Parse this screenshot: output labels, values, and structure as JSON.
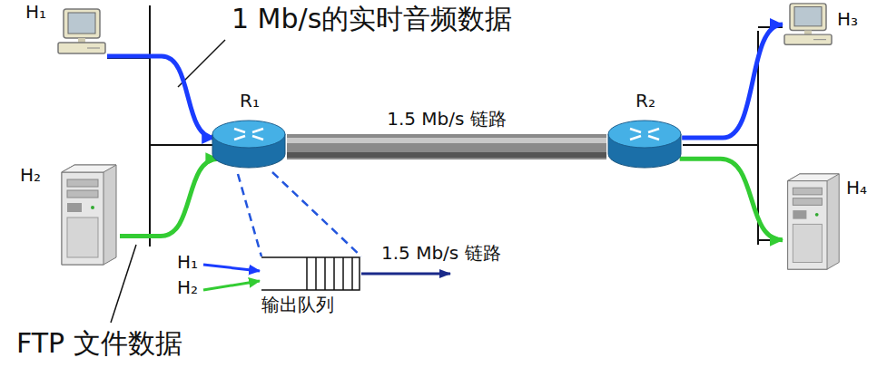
{
  "diagram": {
    "nodes": [
      {
        "text": [
          "H₁"
        ]
      },
      {
        "text": [
          "H₂"
        ]
      },
      {
        "text": [
          "R₁"
        ]
      },
      {
        "text": [
          "R₂"
        ]
      },
      {
        "text": [
          "H₃"
        ]
      },
      {
        "text": [
          "H₄"
        ]
      },
      {
        "text": [
          "输出队列"
        ]
      }
    ],
    "edges": [
      {
        "from": 0,
        "to": 2,
        "arrow": "to"
      },
      {
        "from": 1,
        "to": 2,
        "arrow": "to"
      },
      {
        "from": 2,
        "to": 3,
        "label": "1.5 Mb/s 链路",
        "arrow": "none"
      },
      {
        "from": 3,
        "to": 4,
        "arrow": "to"
      },
      {
        "from": 3,
        "to": 5,
        "arrow": "to"
      }
    ],
    "labels": [
      "1 Mb/s的实时音频数据",
      "FTP 文件数据",
      "H₁",
      "H₂",
      "1.5 Mb/s 链路"
    ]
  }
}
